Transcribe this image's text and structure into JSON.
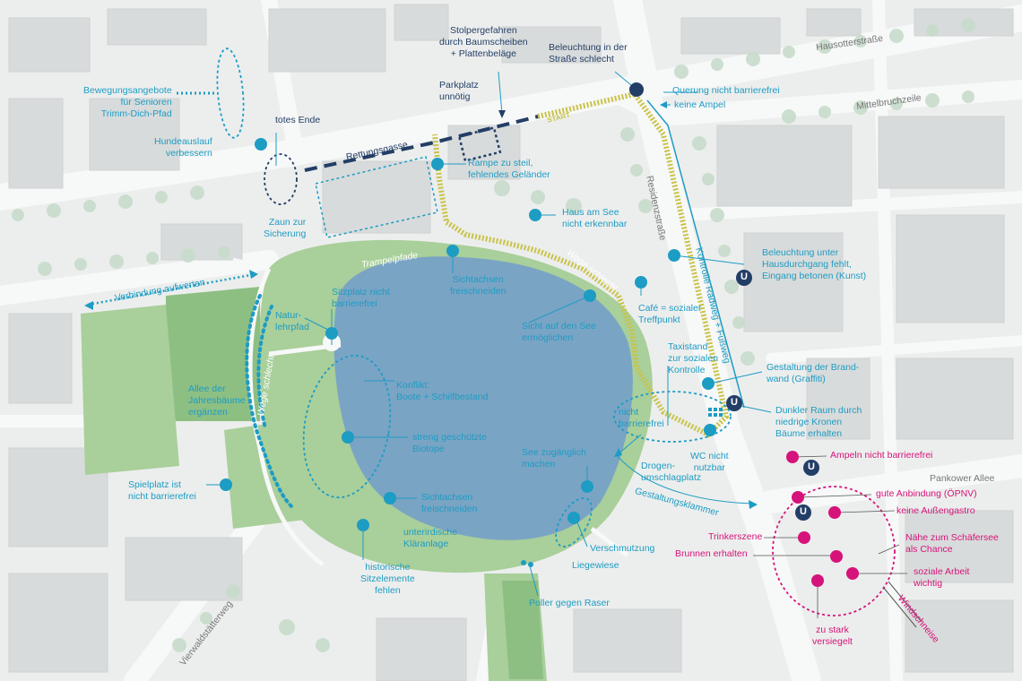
{
  "colors": {
    "background": "#eceeed",
    "buildings": "#d8dbdb",
    "streets": "#f7f8f8",
    "park": "#a9cf9a",
    "park_dark": "#8dbf83",
    "lake": "#7aa4c4",
    "cyan": "#1d9cc4",
    "magenta": "#d6137a",
    "navy": "#233e66",
    "route": "#c9c34a",
    "trees": "#c8dccb"
  },
  "streets": {
    "hausotterstrasse": "Hausotterstraße",
    "mittelbruchzeile": "Mittelbruchzeile",
    "residenzstrasse": "Residenzstraße",
    "pankower_allee": "Pankower Allee",
    "vierwaldstaetterweg": "Vierwaldstätterweg"
  },
  "navy_labels": {
    "stolper": "Stolpergefahren\ndurch Baumscheiben\n+ Plattenbeläge",
    "beleuchtung_strasse": "Beleuchtung in der\nStraße schlecht",
    "parkplatz": "Parkplatz\nunnötig",
    "totes_ende": "totes Ende",
    "rettungsgasse": "Rettungsgasse",
    "start": "START"
  },
  "park_labels": {
    "trampelpfade": "Trampelpfade",
    "wege_schlecht_top": "Wege schlecht",
    "wege_schlecht_left": "Wege schlecht",
    "kontrolle_radweg": "Kontrolle Radweg + Fußweg",
    "gestaltungsklammer": "Gestaltungsklammer",
    "windschneise": "Windschneise",
    "verbindung": "Verbindung aufwerten"
  },
  "cyan_labels": {
    "bewegungsangebote": "Bewegungsangebote\nfür Senioren\nTrimm-Dich-Pfad",
    "hundeauslauf": "Hundeauslauf\nverbessern",
    "zaun": "Zaun zur\nSicherung",
    "rampe": "Rampe zu steil,\nfehlendes Geländer",
    "haus_am_see": "Haus am See\nnicht erkennbar",
    "querung": "Querung nicht barrierefrei",
    "keine_ampel": "keine Ampel",
    "beleuchtung_durchgang": "Beleuchtung unter\nHausdurchgang fehlt,\nEingang betonen (Kunst)",
    "sichtachsen_top": "Sichtachsen\nfreischneiden",
    "sitzplatz": "Sitzplatz nicht\nbarrierefrei",
    "naturlehrpfad": "Natur-\nlehrpfad",
    "sicht_see": "Sicht auf den See\nermöglichen",
    "cafe": "Café = sozialer\nTreffpunkt",
    "taxistand": "Taxistand\nzur sozialen\nKontrolle",
    "gestaltung_brandwand": "Gestaltung der Brand-\nwand (Graffiti)",
    "dunkler_raum": "Dunkler Raum durch\nniedrige Kronen\nBäume erhalten",
    "allee": "Allee der\nJahresbäume\nergänzen",
    "konflikt": "Konflikt:\nBoote + Schilfbestand",
    "streng": "streng geschützte\nBiotope",
    "nicht_barrierefrei": "nicht\nbarrierefrei",
    "wc": "WC nicht\nnutzbar",
    "see_zugaenglich": "See zugänglich\nmachen",
    "drogen": "Drogen-\numschlagplatz",
    "spielplatz": "Spielplatz ist\nnicht barrierefrei",
    "sichtachsen_bottom": "Sichtachsen\nfreischneiden",
    "klaeranlage": "unterirdische\nKläranlage",
    "verschmutzung": "Verschmutzung",
    "liegewiese": "Liegewiese",
    "historische": "historische\nSitzelemente\nfehlen",
    "poller": "Poller gegen Raser"
  },
  "magenta_labels": {
    "ampeln": "Ampeln nicht barrierefrei",
    "gute_anbindung": "gute Anbindung (ÖPNV)",
    "keine_aussengastro": "keine Außengastro",
    "trinkerszene": "Trinkerszene",
    "naehe": "Nähe zum Schäfersee\nals Chance",
    "brunnen": "Brunnen erhalten",
    "soziale_arbeit": "soziale Arbeit\nwichtig",
    "versiegelt": "zu stark\nversiegelt"
  },
  "ubahn": {
    "symbol": "U"
  }
}
